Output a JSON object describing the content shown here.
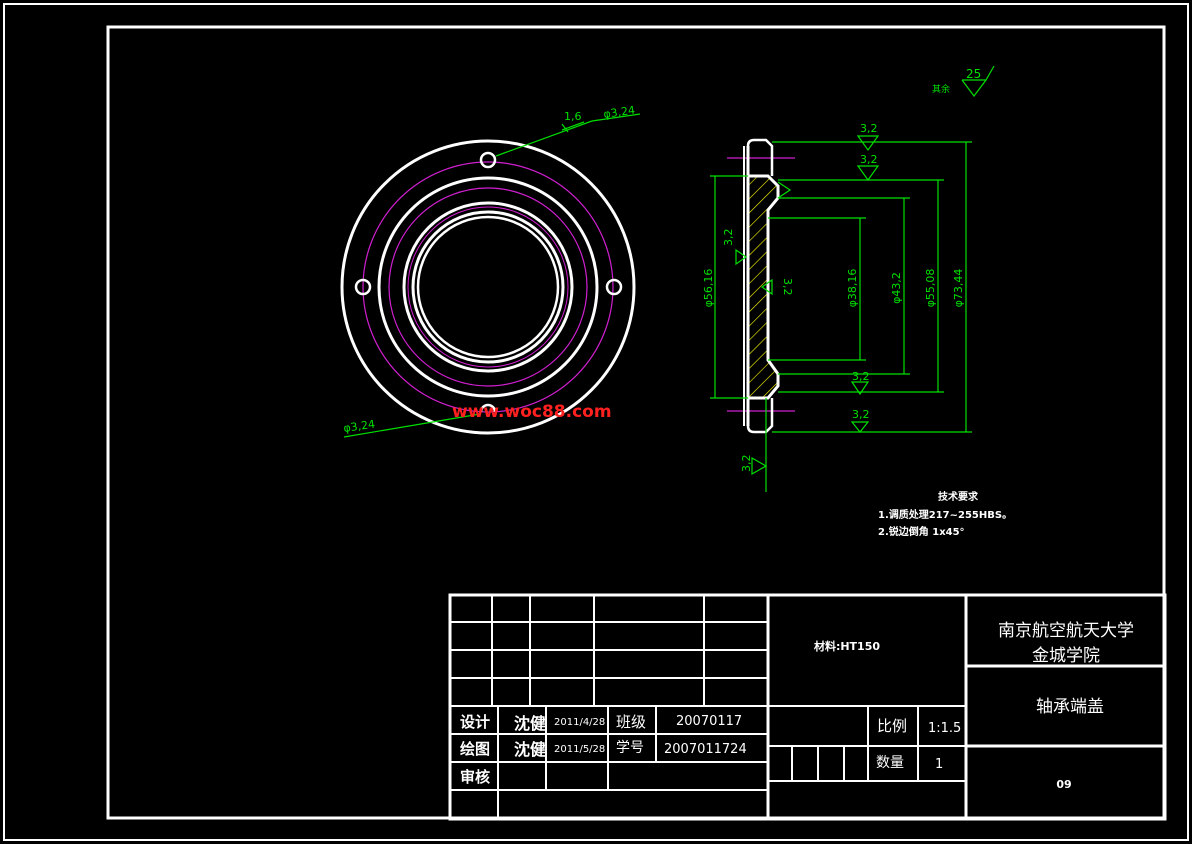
{
  "colors": {
    "background": "#000000",
    "line": "#ffffff",
    "dimension": "#00e000",
    "center": "#d020d0",
    "watermark": "#ff2020"
  },
  "front_view": {
    "dim_hole_top": "φ3,24",
    "roughness_top": "1,6",
    "dim_hole_bottom": "φ3,24"
  },
  "section_view": {
    "roughness_values": [
      "3,2",
      "3,2",
      "3,2",
      "3,2",
      "3,2",
      "3,2",
      "3,2"
    ],
    "roughness_general": "25",
    "roughness_general_prefix": "其余",
    "dims": {
      "d1": "φ56,16",
      "d2": "φ38,16",
      "d3": "φ43,2",
      "d4": "φ55,08",
      "d5": "φ73,44"
    }
  },
  "tech_requirements": {
    "title": "技术要求",
    "items": [
      "1.调质处理217~255HBS。",
      "2.锐边倒角 1x45°"
    ]
  },
  "watermark": "www.woc88.com",
  "title_block": {
    "material": "材料:HT150",
    "school_line1": "南京航空航天大学",
    "school_line2": "金城学院",
    "part_name": "轴承端盖",
    "drawing_no": "09",
    "scale_label": "比例",
    "scale_value": "1:1.5",
    "qty_label": "数量",
    "qty_value": "1",
    "rows": [
      {
        "role": "设计",
        "name": "沈健",
        "date": "2011/4/28",
        "field": "班级",
        "value": "20070117"
      },
      {
        "role": "绘图",
        "name": "沈健",
        "date": "2011/5/28",
        "field": "学号",
        "value": "2007011724"
      },
      {
        "role": "审核",
        "name": "",
        "date": "",
        "field": "",
        "value": ""
      }
    ]
  }
}
